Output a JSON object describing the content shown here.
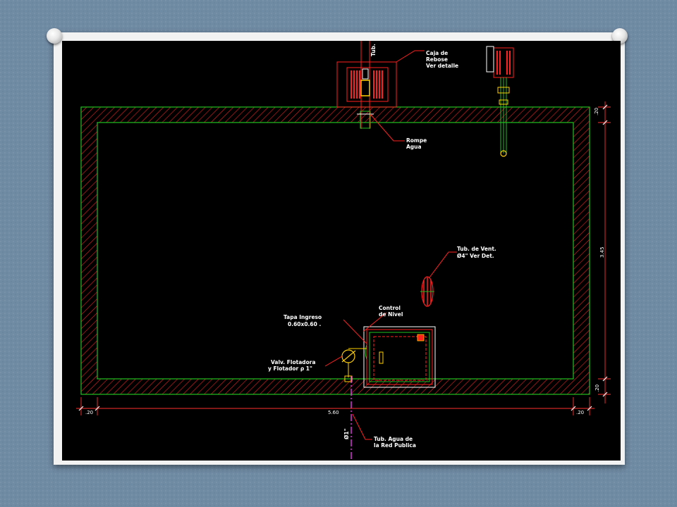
{
  "slide": {
    "background_color": "#6f8aa3",
    "frame_color": "#f2f2f2",
    "drawing_background": "#000000"
  },
  "colors": {
    "wall": "#22c022",
    "hatch": "#ff2020",
    "dimension": "#ff3030",
    "label": "#ffffff",
    "pipe_supply": "#ff40ff",
    "vent": "#ff2020",
    "float_valve": "#ffd000"
  },
  "labels": {
    "caja_rebose": [
      "Caja de",
      "Rebose",
      "Ver detalle"
    ],
    "tub_top": "Tub.",
    "rompe_agua": [
      "Rompe",
      "Agua"
    ],
    "tub_vent": [
      "Tub. de Vent.",
      "Ø4\" Ver Det."
    ],
    "control_nivel": [
      "Control",
      "de Nivel"
    ],
    "tapa_ingreso": [
      "Tapa Ingreso",
      "0.60x0.60 ."
    ],
    "valv_flotadora": [
      "Valv. Flotadora",
      "y Flotador ρ 1\""
    ],
    "tub_agua": [
      "Tub. Agua de",
      "la Red Publica"
    ],
    "pipe_dia": "Ø1\""
  },
  "dimensions": {
    "bottom_left": ".20",
    "bottom_middle": "5.60",
    "bottom_right": ".20",
    "right_top": ".20",
    "right_middle": "3.45",
    "right_bottom": ".20"
  }
}
